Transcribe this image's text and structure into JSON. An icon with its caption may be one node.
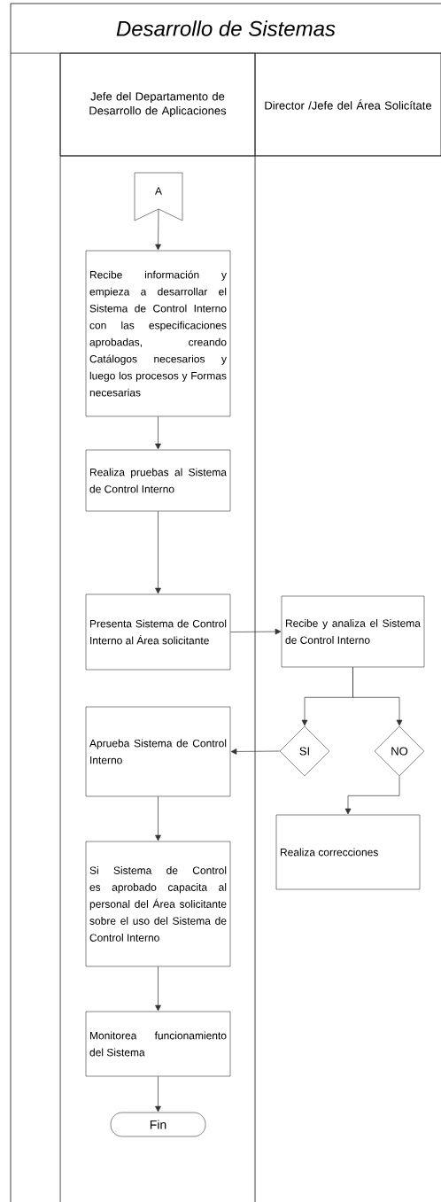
{
  "diagram": {
    "title": "Desarrollo de Sistemas",
    "nodes": [
      {
        "text": [
          "Jefe del Departamento de Desarrollo de Aplicaciones"
        ]
      },
      {
        "text": [
          "Director /Jefe del Área Solicítate"
        ]
      },
      {
        "text": [
          "A"
        ]
      },
      {
        "text": [
          "Recibe información y empieza a desarrollar el Sistema de Control Interno con las especificaciones aprobadas, creando Catálogos necesarios y luego los procesos y Formas necesarias"
        ]
      },
      {
        "text": [
          "Realiza pruebas al Sistema de Control Interno"
        ]
      },
      {
        "text": [
          "Presenta Sistema de Control Interno al Área solicitante"
        ]
      },
      {
        "text": [
          "Recibe y analiza el Sistema de Control Interno"
        ]
      },
      {
        "text": [
          "SI"
        ]
      },
      {
        "text": [
          "NO"
        ]
      },
      {
        "text": [
          "Aprueba Sistema de Control Interno"
        ]
      },
      {
        "text": [
          "Realiza correcciones"
        ]
      },
      {
        "text": [
          "Si Sistema de Control es aprobado capacita al personal del Área solicitante sobre el uso del Sistema de Control Interno"
        ]
      },
      {
        "text": [
          "Monitorea funcionamiento del Sistema"
        ]
      },
      {
        "text": [
          "Fin"
        ]
      }
    ],
    "edges": [
      {
        "from": 2,
        "to": 3,
        "arrow": "to"
      },
      {
        "from": 3,
        "to": 4,
        "arrow": "to"
      },
      {
        "from": 4,
        "to": 5,
        "arrow": "to"
      },
      {
        "from": 5,
        "to": 6,
        "arrow": "to"
      },
      {
        "from": 6,
        "to": 7,
        "arrow": "to"
      },
      {
        "from": 6,
        "to": 8,
        "arrow": "to"
      },
      {
        "from": 7,
        "to": 9,
        "arrow": "to"
      },
      {
        "from": 8,
        "to": 10,
        "arrow": "to"
      },
      {
        "from": 9,
        "to": 11,
        "arrow": "to"
      },
      {
        "from": 11,
        "to": 12,
        "arrow": "to"
      },
      {
        "from": 12,
        "to": 13,
        "arrow": "to"
      }
    ]
  }
}
